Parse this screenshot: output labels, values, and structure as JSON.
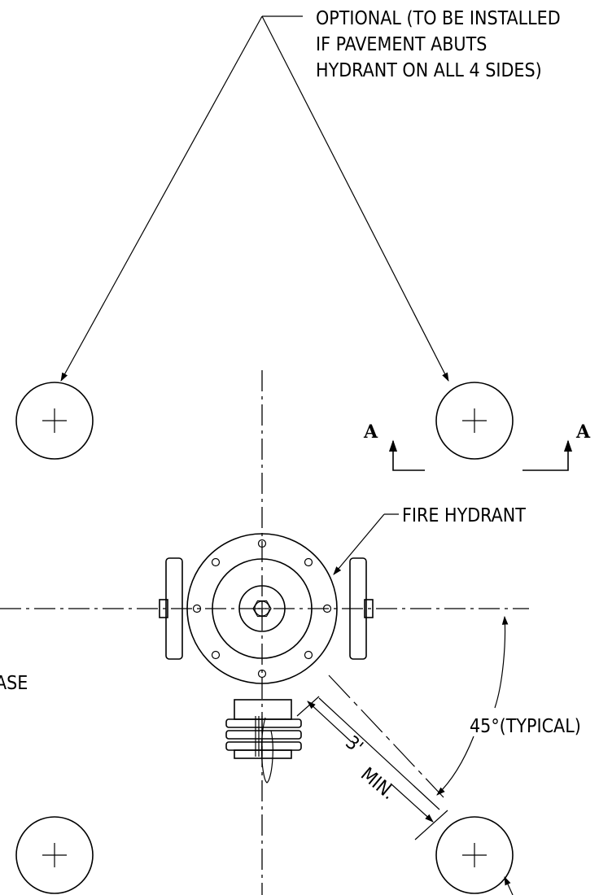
{
  "labels": {
    "optional_line1": "OPTIONAL (TO BE INSTALLED",
    "optional_line2": "IF PAVEMENT ABUTS",
    "optional_line3": "HYDRANT ON ALL 4 SIDES)",
    "fire_hydrant": "FIRE HYDRANT",
    "angle": "45°(TYPICAL)",
    "distance": "3'",
    "distance_min": "MIN.",
    "section_left": "A",
    "section_right": "A",
    "cut_text": "ASE"
  }
}
